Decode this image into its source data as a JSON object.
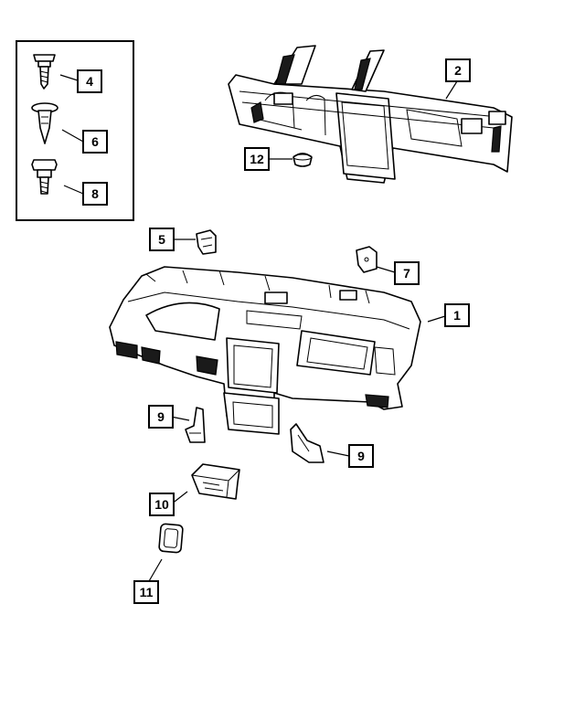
{
  "callouts": {
    "c1": "1",
    "c2": "2",
    "c4": "4",
    "c5": "5",
    "c6": "6",
    "c7": "7",
    "c8": "8",
    "c9a": "9",
    "c9b": "9",
    "c10": "10",
    "c11": "11",
    "c12": "12"
  }
}
